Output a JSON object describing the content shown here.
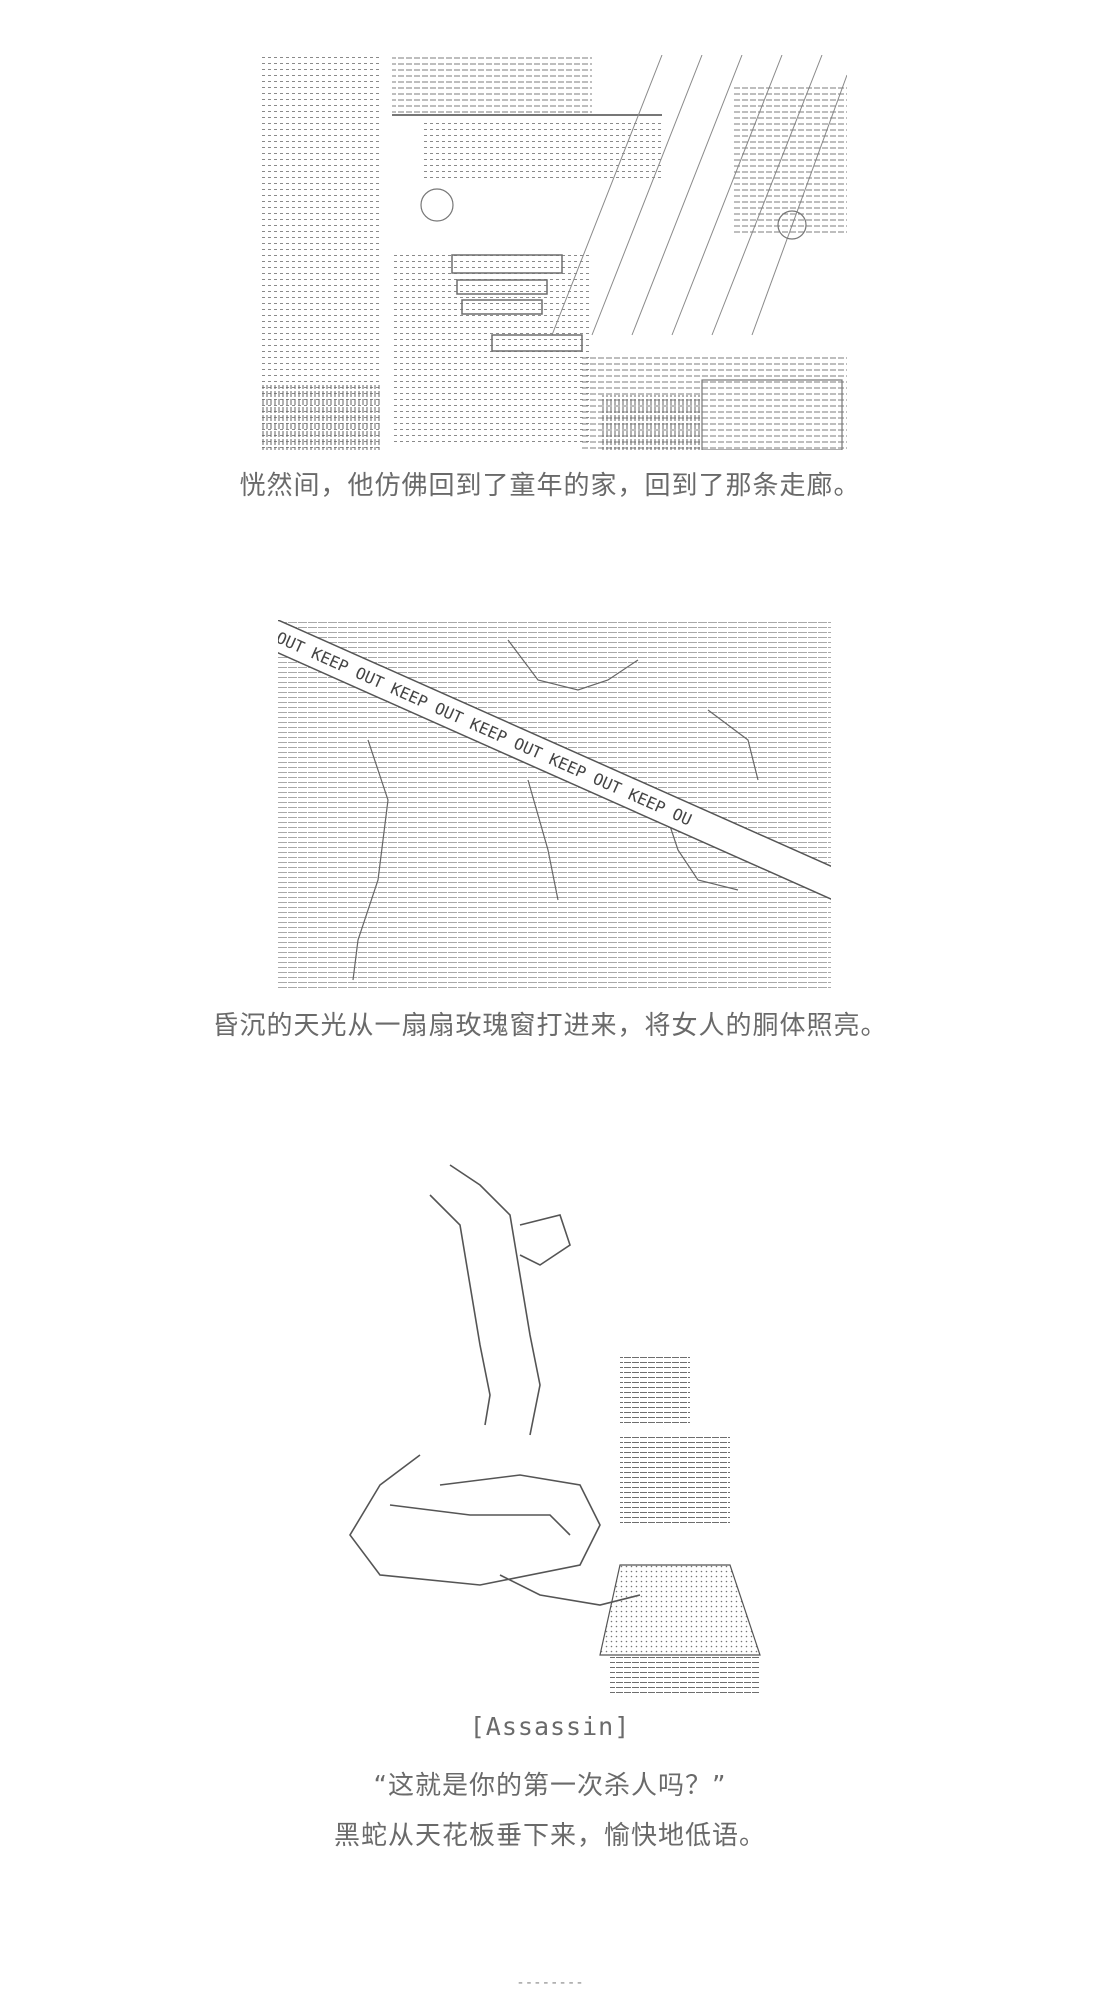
{
  "panels": [
    {
      "caption": "恍然间，他仿佛回到了童年的家，回到了那条走廊。"
    },
    {
      "tape_text": "OUT KEEP OUT KEEP OUT KEEP OUT KEEP OUT KEEP OU",
      "caption": "昏沉的天光从一扇扇玫瑰窗打进来，将女人的胴体照亮。"
    },
    {
      "speaker": "[Assassin]",
      "dialogue": "“这就是你的第一次杀人吗？”",
      "caption": "黑蛇从天花板垂下来，愉快地低语。"
    }
  ],
  "footer": {
    "ellipsis": "--------"
  }
}
